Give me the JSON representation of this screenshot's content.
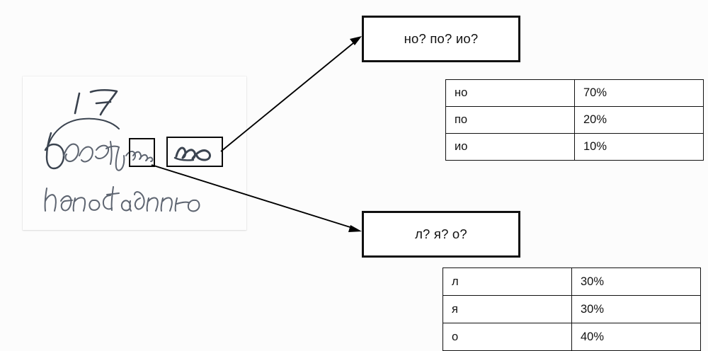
{
  "document": {
    "kind": "handwriting-recognition-diagram",
    "background_color": "#fcfcfc",
    "ink_color": "#5d6470",
    "line_color": "#000000"
  },
  "sample": {
    "label": "handwriting-sample",
    "page_number": "17",
    "line_1_text": "Быстро",
    "line_2_text": "непостоянно",
    "crop_small_label": "ambiguous-ending-crop",
    "crop_zoom_label": "magnified-crop"
  },
  "hypotheses": [
    {
      "id": "hyp-1",
      "text": "но? по? ио?",
      "table": {
        "rows": [
          {
            "token": "но",
            "probability": "70%"
          },
          {
            "token": "по",
            "probability": "20%"
          },
          {
            "token": "ио",
            "probability": "10%"
          }
        ]
      }
    },
    {
      "id": "hyp-2",
      "text": "л? я? о?",
      "table": {
        "rows": [
          {
            "token": "л",
            "probability": "30%"
          },
          {
            "token": "я",
            "probability": "30%"
          },
          {
            "token": "о",
            "probability": "40%"
          }
        ]
      }
    }
  ],
  "connectors": [
    {
      "name": "arrow-to-hypothesis-1",
      "from": "magnified-crop",
      "to": "hyp-box-1"
    },
    {
      "name": "arrow-to-hypothesis-2",
      "from": "ambiguous-ending-crop",
      "to": "hyp-box-2"
    }
  ]
}
